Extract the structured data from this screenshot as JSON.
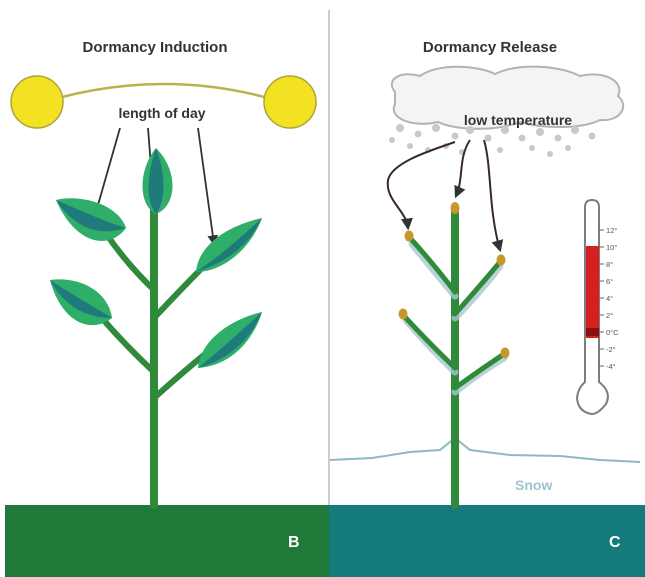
{
  "left_panel": {
    "title": "Dormancy Induction",
    "callout": "length of day",
    "letter": "B"
  },
  "right_panel": {
    "title": "Dormancy Release",
    "callout": "low temperature",
    "snow_label": "Snow",
    "letter": "C"
  },
  "thermometer": {
    "ticks": [
      "12°",
      "10°",
      "8°",
      "6°",
      "4°",
      "2°",
      "0°C",
      "-2°",
      "-4°"
    ],
    "highlight_range": [
      "10°",
      "0°C"
    ]
  },
  "colors": {
    "stem": "#2f8a3a",
    "leaf_dark": "#1f7a7c",
    "leaf_light": "#2fae6a",
    "sun": "#f2e222",
    "ground_left": "#1f7a3a",
    "ground_right": "#157a7c",
    "thermo_red": "#d42020",
    "bud": "#c8962e"
  }
}
